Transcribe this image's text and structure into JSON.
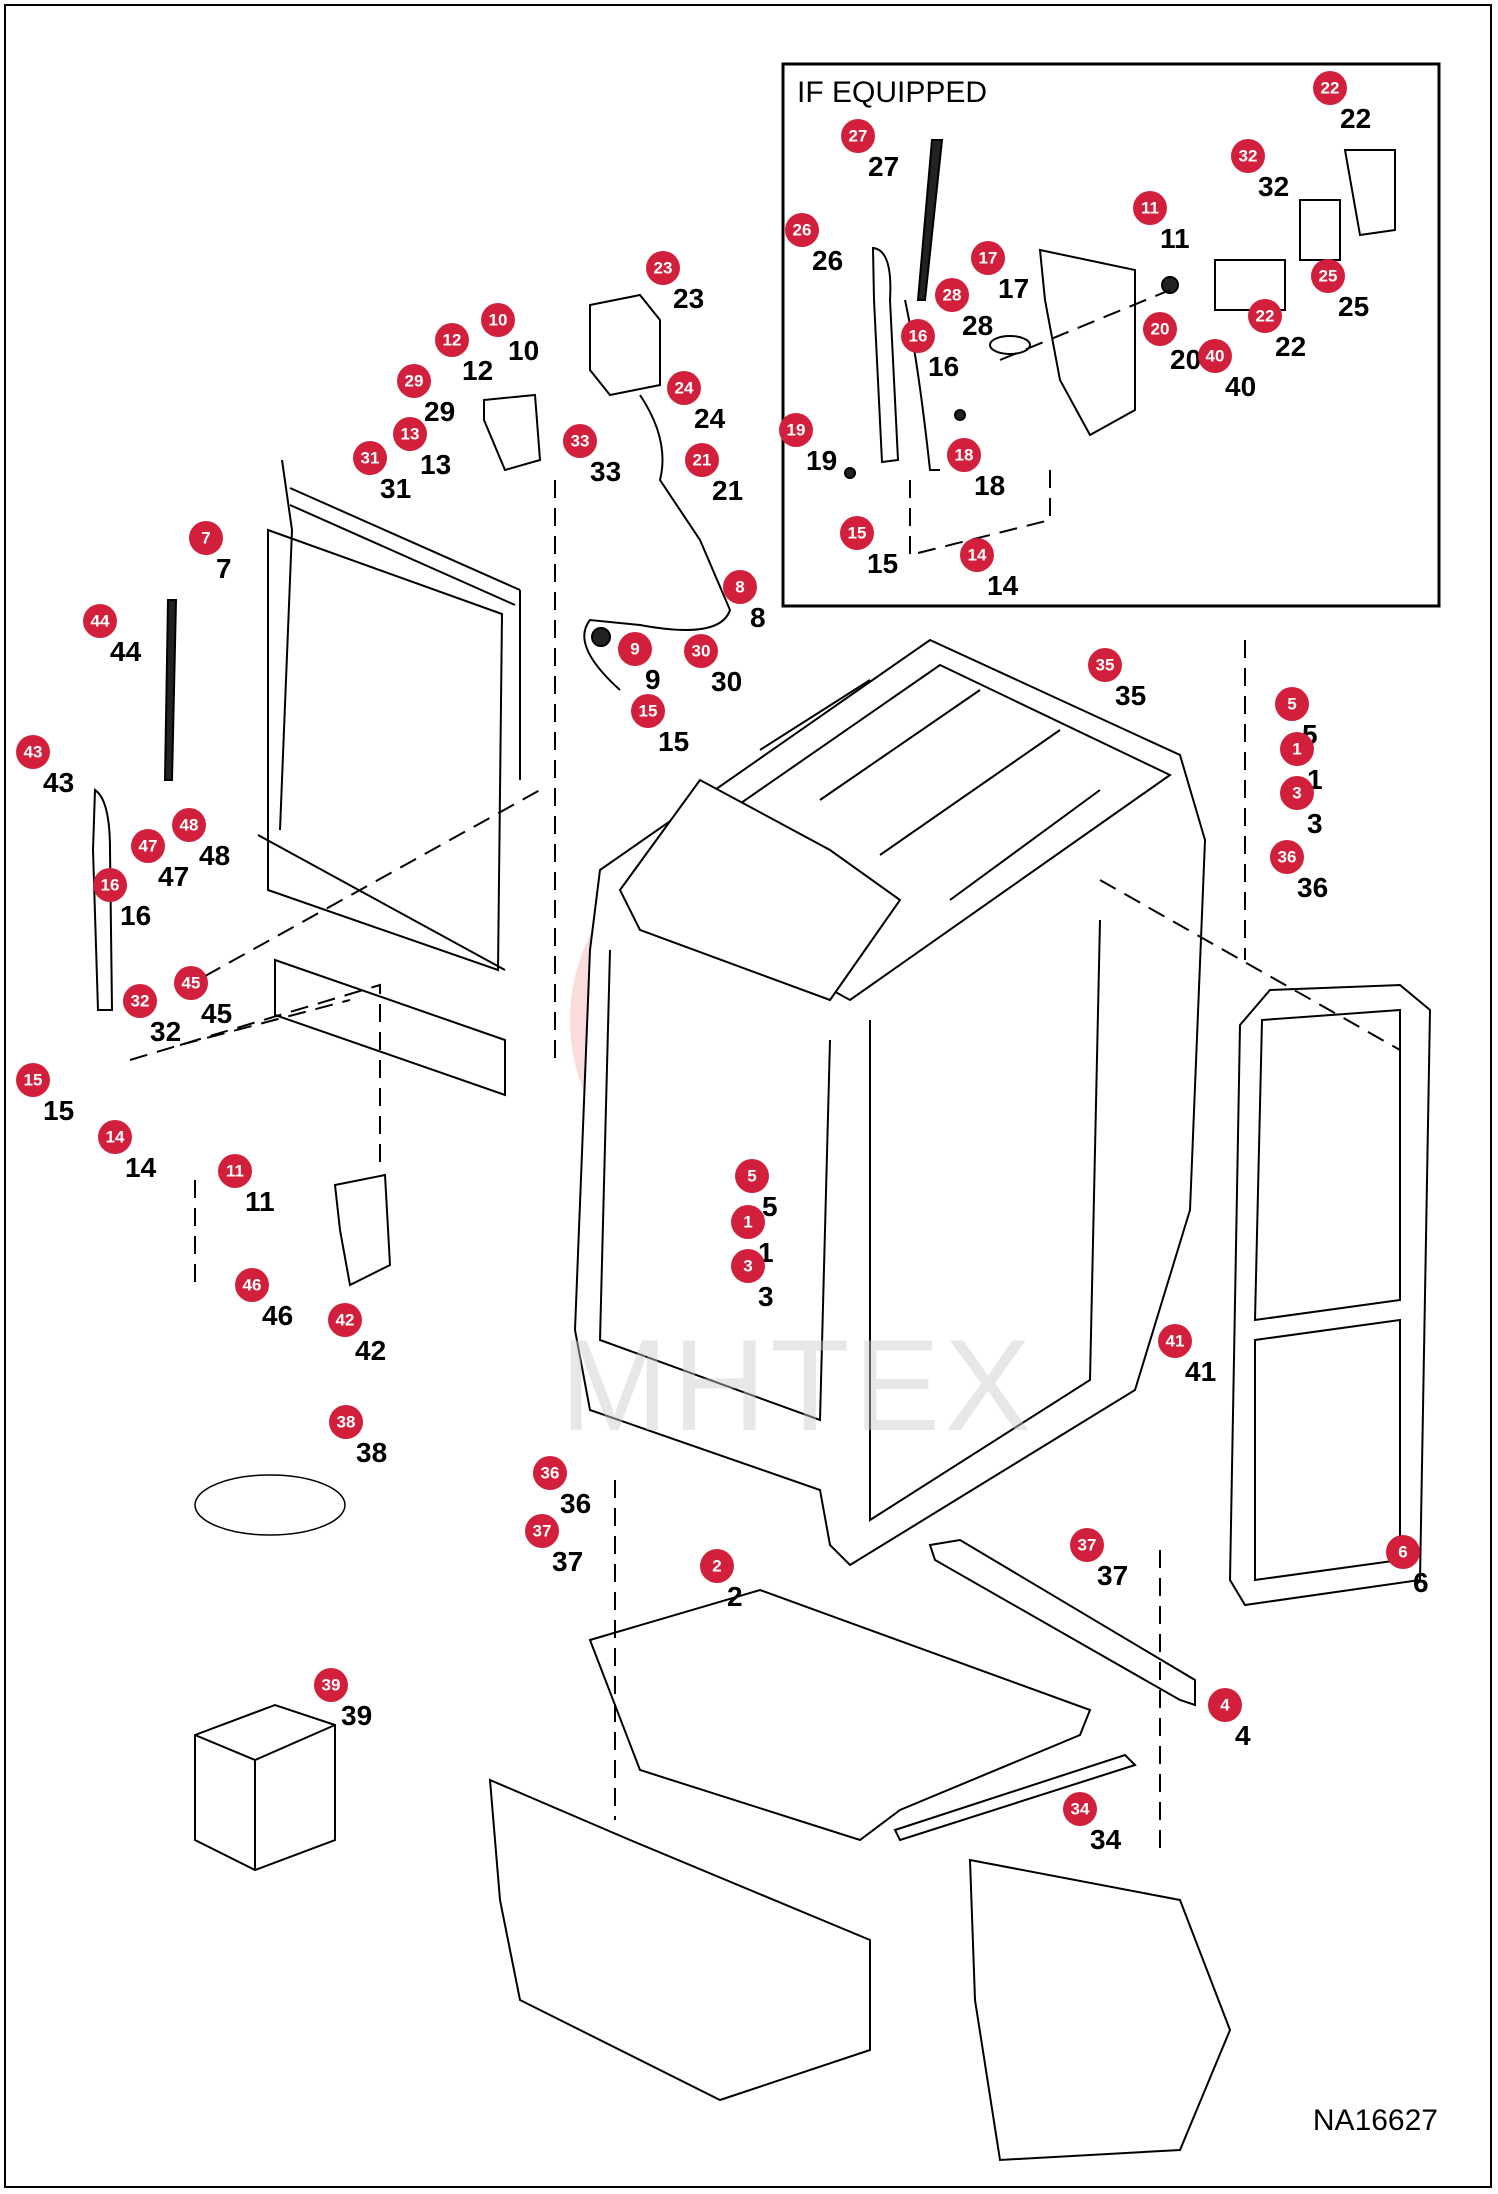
{
  "inset": {
    "title": "IF EQUIPPED"
  },
  "drawing_id": "NA16627",
  "watermark": "MHTEX",
  "callouts": [
    {
      "id": "22a",
      "label": "22"
    },
    {
      "id": "32a",
      "label": "32"
    },
    {
      "id": "27",
      "label": "27"
    },
    {
      "id": "26",
      "label": "26"
    },
    {
      "id": "11a",
      "label": "11"
    },
    {
      "id": "17",
      "label": "17"
    },
    {
      "id": "28",
      "label": "28"
    },
    {
      "id": "16a",
      "label": "16"
    },
    {
      "id": "20",
      "label": "20"
    },
    {
      "id": "40",
      "label": "40"
    },
    {
      "id": "22b",
      "label": "22"
    },
    {
      "id": "25",
      "label": "25"
    },
    {
      "id": "19",
      "label": "19"
    },
    {
      "id": "18",
      "label": "18"
    },
    {
      "id": "15a",
      "label": "15"
    },
    {
      "id": "14a",
      "label": "14"
    },
    {
      "id": "23",
      "label": "23"
    },
    {
      "id": "10",
      "label": "10"
    },
    {
      "id": "12",
      "label": "12"
    },
    {
      "id": "24",
      "label": "24"
    },
    {
      "id": "29",
      "label": "29"
    },
    {
      "id": "13",
      "label": "13"
    },
    {
      "id": "33",
      "label": "33"
    },
    {
      "id": "31",
      "label": "31"
    },
    {
      "id": "21",
      "label": "21"
    },
    {
      "id": "7",
      "label": "7"
    },
    {
      "id": "8",
      "label": "8"
    },
    {
      "id": "9",
      "label": "9"
    },
    {
      "id": "30",
      "label": "30"
    },
    {
      "id": "15b",
      "label": "15"
    },
    {
      "id": "44",
      "label": "44"
    },
    {
      "id": "35",
      "label": "35"
    },
    {
      "id": "5a",
      "label": "5"
    },
    {
      "id": "1a",
      "label": "1"
    },
    {
      "id": "3a",
      "label": "3"
    },
    {
      "id": "36a",
      "label": "36"
    },
    {
      "id": "43",
      "label": "43"
    },
    {
      "id": "48",
      "label": "48"
    },
    {
      "id": "47",
      "label": "47"
    },
    {
      "id": "16b",
      "label": "16"
    },
    {
      "id": "45",
      "label": "45"
    },
    {
      "id": "32b",
      "label": "32"
    },
    {
      "id": "15c",
      "label": "15"
    },
    {
      "id": "14b",
      "label": "14"
    },
    {
      "id": "11b",
      "label": "11"
    },
    {
      "id": "46",
      "label": "46"
    },
    {
      "id": "42",
      "label": "42"
    },
    {
      "id": "5b",
      "label": "5"
    },
    {
      "id": "1b",
      "label": "1"
    },
    {
      "id": "3b",
      "label": "3"
    },
    {
      "id": "41",
      "label": "41"
    },
    {
      "id": "38",
      "label": "38"
    },
    {
      "id": "36b",
      "label": "36"
    },
    {
      "id": "37a",
      "label": "37"
    },
    {
      "id": "6",
      "label": "6"
    },
    {
      "id": "2",
      "label": "2"
    },
    {
      "id": "37b",
      "label": "37"
    },
    {
      "id": "4",
      "label": "4"
    },
    {
      "id": "39",
      "label": "39"
    },
    {
      "id": "34",
      "label": "34"
    }
  ]
}
